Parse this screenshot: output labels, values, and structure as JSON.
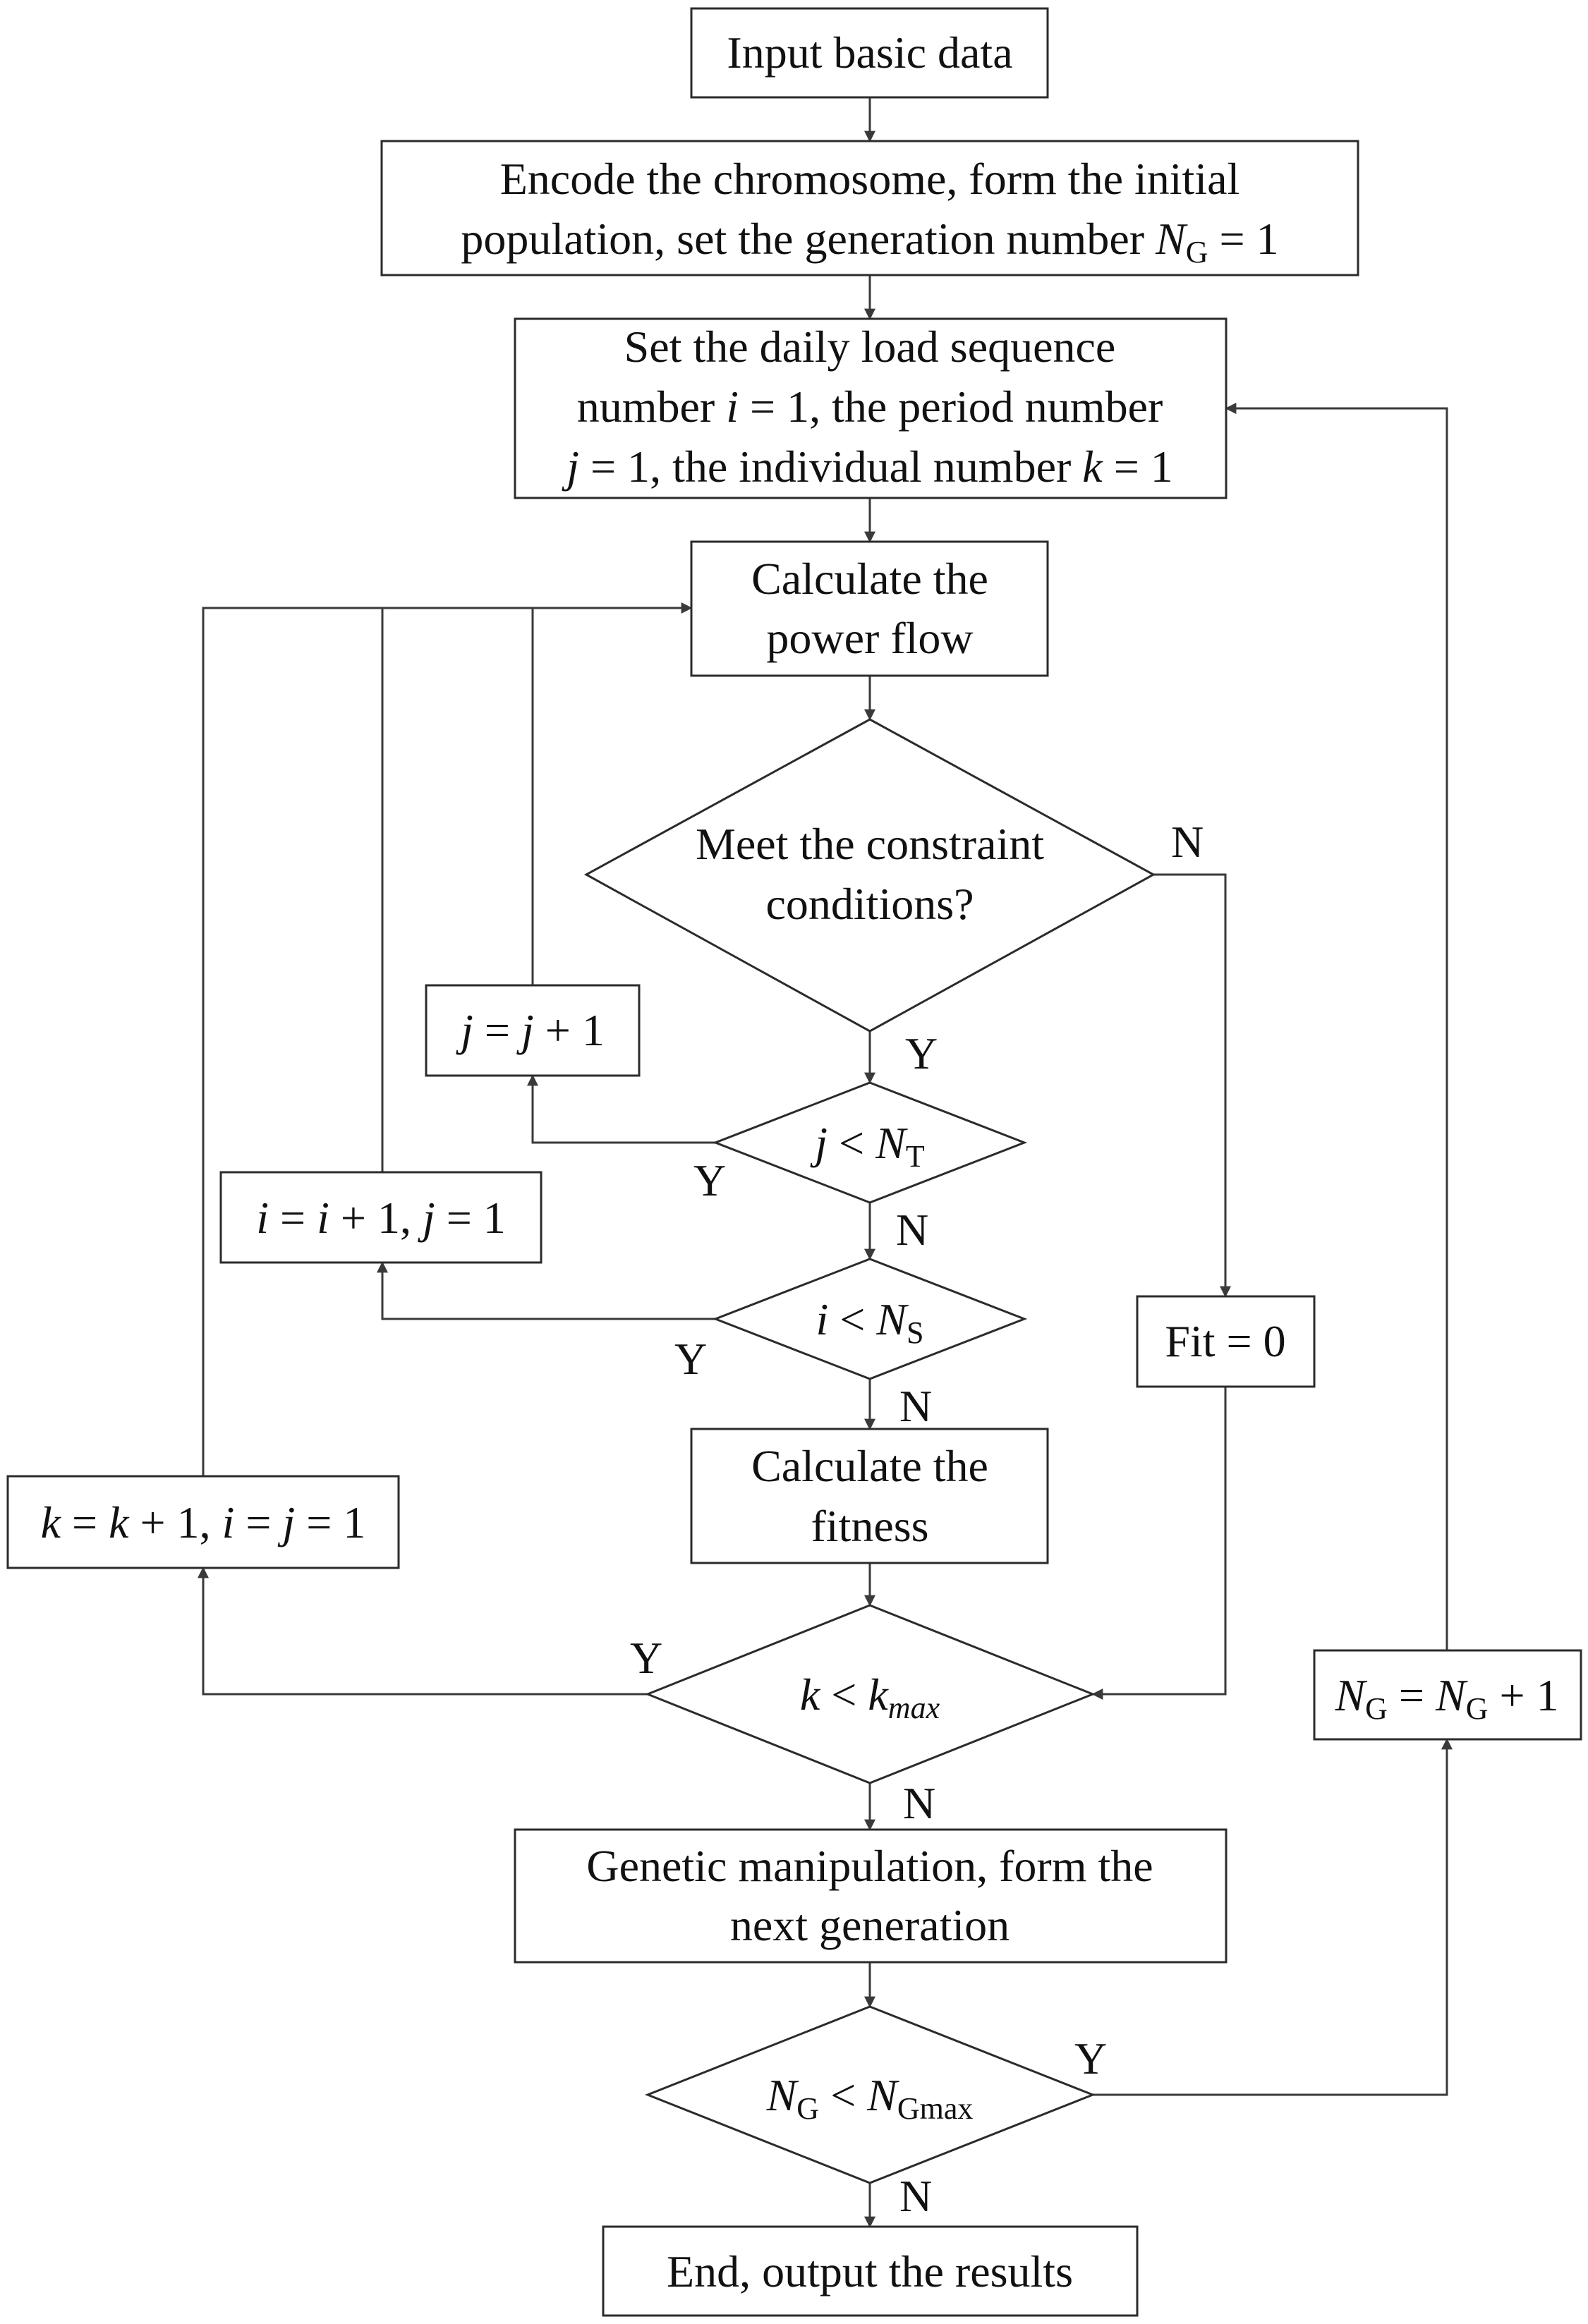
{
  "nodes": {
    "input": {
      "lines": [
        "Input basic data"
      ]
    },
    "encode": {
      "line1": "Encode the chromosome, form the initial",
      "line2_text": "population, set the generation number ",
      "line2_var": "N",
      "line2_sub": "G",
      "line2_rest": " = 1"
    },
    "set_seq": {
      "line1": "Set the daily load sequence",
      "line2_a": "number ",
      "line2_var": "i",
      "line2_b": " = 1, the period number",
      "line3_var1": "j",
      "line3_a": " = 1, the individual number ",
      "line3_var2": "k",
      "line3_b": " = 1"
    },
    "power_flow": {
      "line1": "Calculate the",
      "line2": "power flow"
    },
    "constraint": {
      "line1": "Meet the constraint",
      "line2": "conditions?"
    },
    "j_inc": {
      "var1": "j",
      "eq": " = ",
      "var2": "j",
      "rest": " + 1"
    },
    "j_cond": {
      "var": "j",
      "op": " < ",
      "N": "N",
      "sub": "T"
    },
    "i_inc": {
      "v1": "i",
      "eq1": " = ",
      "v2": "i",
      "mid": " + 1, ",
      "v3": "j",
      "rest": " = 1"
    },
    "i_cond": {
      "var": "i",
      "op": " < ",
      "N": "N",
      "sub": "S"
    },
    "fit_zero": {
      "text": "Fit = 0"
    },
    "fitness": {
      "line1": "Calculate the",
      "line2": "fitness"
    },
    "k_inc": {
      "v1": "k",
      "eq1": " = ",
      "v2": "k",
      "mid": " + 1, ",
      "v3": "i",
      "eq2": " = ",
      "v4": "j",
      "rest": " = 1"
    },
    "k_cond": {
      "var": "k",
      "op": " < ",
      "kvar": "k",
      "sub": "max"
    },
    "ng_inc": {
      "N1": "N",
      "sub1": "G",
      "eq": " = ",
      "N2": "N",
      "sub2": "G",
      "rest": " + 1"
    },
    "genetic": {
      "line1": "Genetic manipulation, form the",
      "line2": "next generation"
    },
    "ng_cond": {
      "N1": "N",
      "sub1": "G",
      "op": " < ",
      "N2": "N",
      "sub2": "Gmax"
    },
    "end": {
      "text": "End, output the results"
    }
  },
  "labels": {
    "constraint_no": "N",
    "constraint_yes": "Y",
    "j_yes": "Y",
    "j_no": "N",
    "i_yes": "Y",
    "i_no": "N",
    "k_yes": "Y",
    "k_no": "N",
    "ng_yes": "Y",
    "ng_no": "N"
  }
}
